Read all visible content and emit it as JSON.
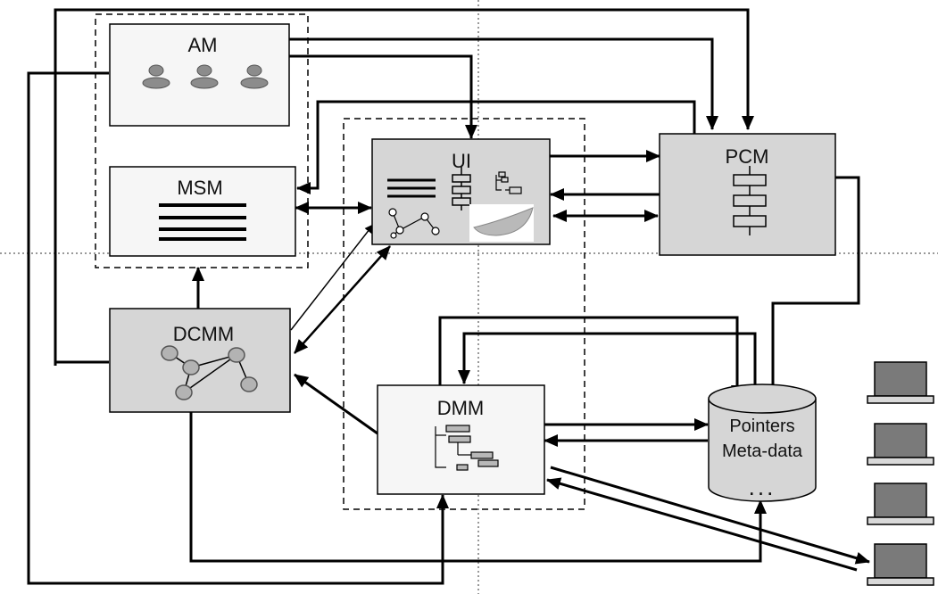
{
  "diagram": {
    "modules": {
      "am": "AM",
      "msm": "MSM",
      "ui": "UI",
      "pcm": "PCM",
      "dcmm": "DCMM",
      "dmm": "DMM"
    },
    "database": {
      "line1": "Pointers",
      "line2": "Meta-data",
      "line3": "..."
    },
    "colors": {
      "box_fill_light": "#f6f6f6",
      "box_fill_dark": "#d6d6d6",
      "line": "#000000",
      "monitor_screen": "#7a7a7a",
      "monitor_base": "#d9d9d9",
      "person": "#8c8c8c"
    }
  }
}
